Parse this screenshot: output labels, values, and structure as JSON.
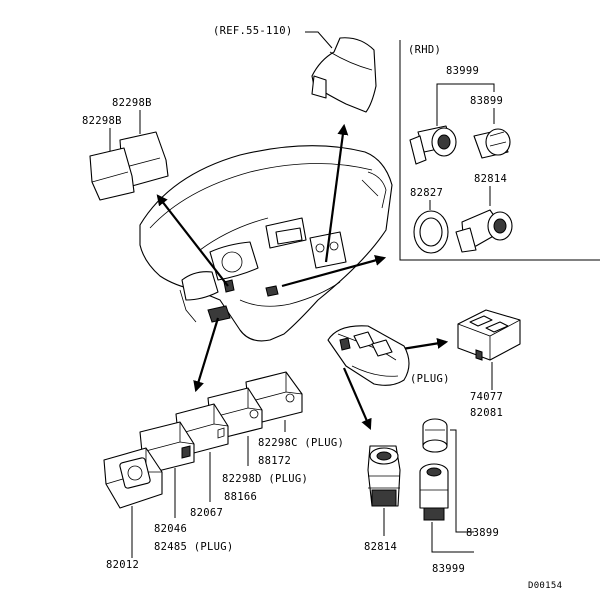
{
  "reference": "(REF.55-110)",
  "rhd_box": {
    "title": "(RHD)",
    "parts": [
      "83999",
      "83899",
      "82827",
      "82814"
    ]
  },
  "parts": {
    "p82298b_top": "82298B",
    "p82298b_left": "82298B",
    "p74077": "74077",
    "p82081": "82081",
    "plug_console": "(PLUG)",
    "p82298c": "82298C (PLUG)",
    "p88172": "88172",
    "p82298d": "82298D (PLUG)",
    "p88166": "88166",
    "p82067": "82067",
    "p82046": "82046",
    "p82485": "82485 (PLUG)",
    "p82012": "82012",
    "p82814": "82814",
    "p83899": "83899",
    "p83999": "83999"
  },
  "diagram_id": "D00154"
}
